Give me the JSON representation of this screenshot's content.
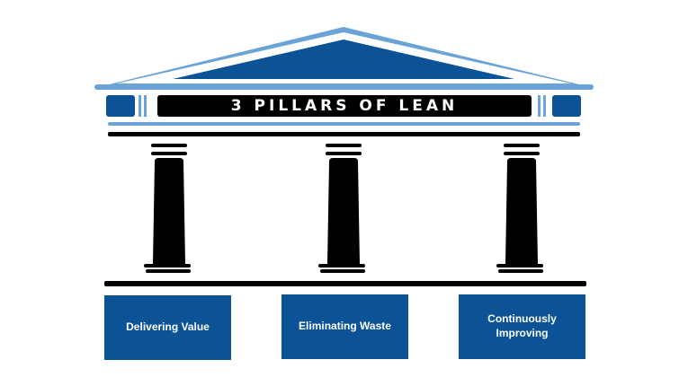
{
  "title": "3 PILLARS OF LEAN",
  "pillars": [
    {
      "label": "Delivering Value"
    },
    {
      "label": "Eliminating Waste"
    },
    {
      "label": "Continuously\nImproving"
    }
  ],
  "colors": {
    "roof_light_blue": "#6aa3d6",
    "roof_dark_blue": "#0b5296",
    "column_black": "#000000",
    "box_blue": "#0b5296"
  }
}
